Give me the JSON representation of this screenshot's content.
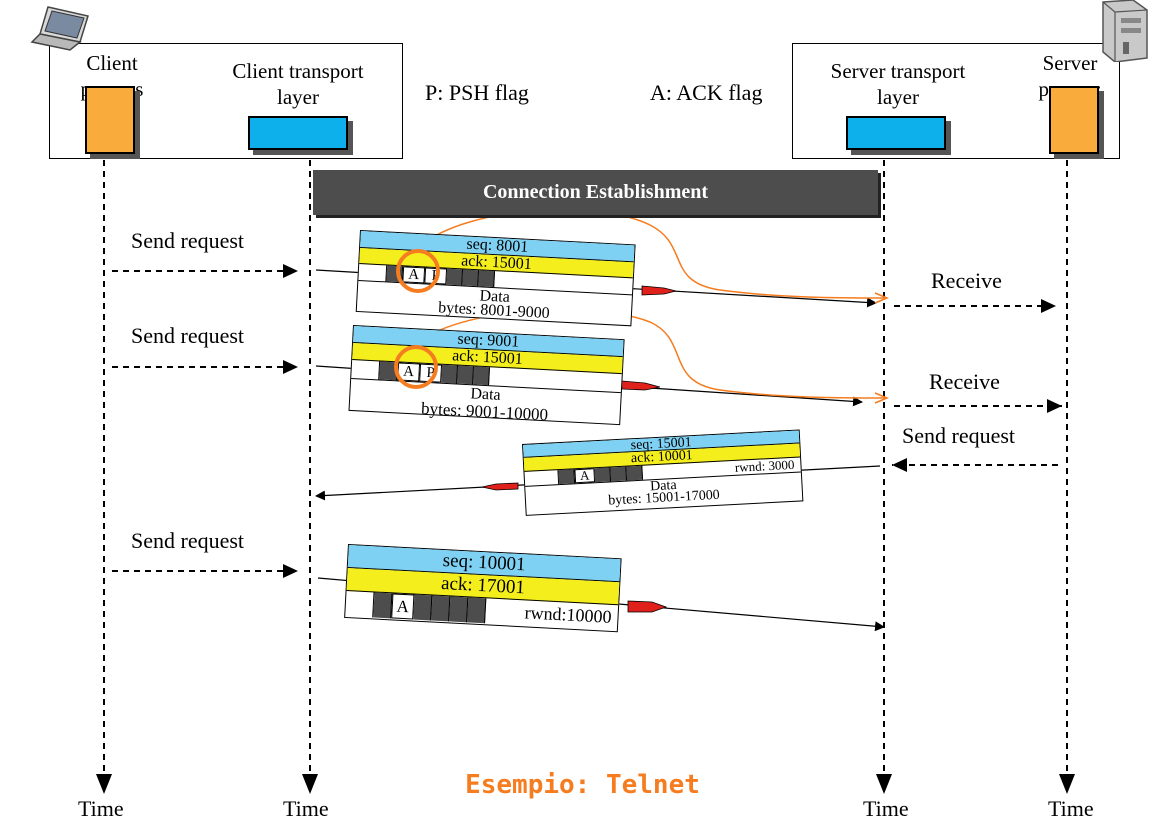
{
  "header": {
    "client_process": "Client\nprocess",
    "client_transport": "Client transport\nlayer",
    "psh_flag": "P: PSH flag",
    "ack_flag": "A: ACK flag",
    "server_transport": "Server transport\nlayer",
    "server_process": "Server\nprocess"
  },
  "connection_establishment": "Connection Establishment",
  "messages": {
    "send_request_1": "Send request",
    "send_request_2": "Send request",
    "send_request_3": "Send request",
    "receive_1": "Receive",
    "receive_2": "Receive",
    "server_send_request": "Send request"
  },
  "segments": [
    {
      "seq": "seq: 8001",
      "ack": "ack: 15001",
      "flag_a": "A",
      "flag_p": "P",
      "data": "Data",
      "bytes": "bytes: 8001-9000"
    },
    {
      "seq": "seq: 9001",
      "ack": "ack: 15001",
      "flag_a": "A",
      "flag_p": "P",
      "data": "Data",
      "bytes": "bytes: 9001-10000"
    },
    {
      "seq": "seq: 15001",
      "ack": "ack: 10001",
      "flag_a": "A",
      "rwnd": "rwnd: 3000",
      "data": "Data",
      "bytes": "bytes: 15001-17000"
    },
    {
      "seq": "seq: 10001",
      "ack": "ack: 17001",
      "flag_a": "A",
      "rwnd": "rwnd:10000"
    }
  ],
  "time_labels": {
    "t1": "Time",
    "t2": "Time",
    "t3": "Time",
    "t4": "Time"
  },
  "title": "Esempio: Telnet",
  "colors": {
    "seq_band": "#7fd1f3",
    "ack_band": "#f4ee1c",
    "process": "#f9ab3b",
    "transport": "#0db0ea",
    "highlight": "#f57c1f",
    "arrow_head": "#e0201b"
  },
  "icons": {
    "client": "laptop-icon",
    "server": "server-tower-icon"
  }
}
